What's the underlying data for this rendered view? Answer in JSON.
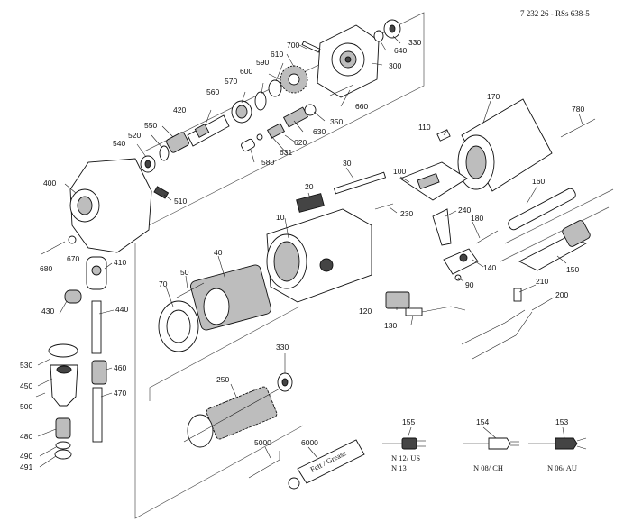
{
  "header": "7 232 26 - RSs 638-5",
  "parts": {
    "p10": "10",
    "p20": "20",
    "p30": "30",
    "p40": "40",
    "p50": "50",
    "p70": "70",
    "p90": "90",
    "p100": "100",
    "p110": "110",
    "p120": "120",
    "p130": "130",
    "p140": "140",
    "p150": "150",
    "p160": "160",
    "p170": "170",
    "p180": "180",
    "p200": "200",
    "p210": "210",
    "p230": "230",
    "p240": "240",
    "p250": "250",
    "p300": "300",
    "p330a": "330",
    "p330b": "330",
    "p350": "350",
    "p400": "400",
    "p410": "410",
    "p420": "420",
    "p430": "430",
    "p440": "440",
    "p450": "450",
    "p460": "460",
    "p470": "470",
    "p480": "480",
    "p490": "490",
    "p491": "491",
    "p500": "500",
    "p510": "510",
    "p520": "520",
    "p530": "530",
    "p540": "540",
    "p550": "550",
    "p560": "560",
    "p570": "570",
    "p580": "580",
    "p590": "590",
    "p600": "600",
    "p610": "610",
    "p620": "620",
    "p630": "630",
    "p631": "631",
    "p640": "640",
    "p660": "660",
    "p670": "670",
    "p680": "680",
    "p700": "700",
    "p780": "780",
    "p5000": "5000",
    "p6000": "6000",
    "p153": "153",
    "p154": "154",
    "p155": "155"
  },
  "captions": {
    "c155a": "N 12/ US",
    "c155b": "N 13",
    "c154": "N 08/ CH",
    "c153": "N 06/ AU"
  },
  "tube_label": "Fett / Grease"
}
